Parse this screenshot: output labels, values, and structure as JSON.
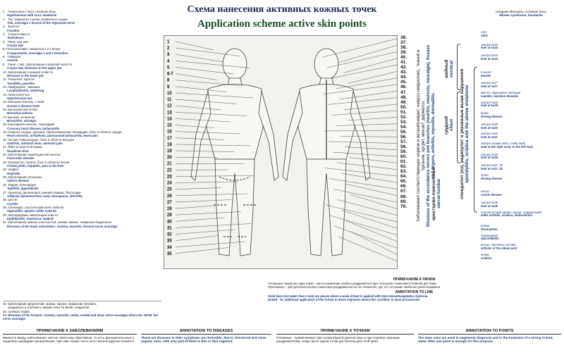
{
  "header": {
    "title_ru": "Схема нанесения активных кожных точек",
    "title_en": "Application scheme active skin points",
    "corner_ru": "синдром Меньера, головная боль",
    "corner_en": "Menier syndrome, headache"
  },
  "diseases": [
    {
      "n": "1.",
      "ru": "Гипертония с №13, головная боль",
      "en": "Hypertension with №13, headache"
    },
    {
      "n": "2.",
      "ru": "Тик, невралгия 1 ветви тройничного нерва",
      "en": "Tick, neuralgia 1 branch of the trigeminal nerve"
    },
    {
      "n": "3.",
      "ru": "Фронтит",
      "en": "Frontitis"
    },
    {
      "n": "4.",
      "ru": "Слезотечивость",
      "en": "Tearfulness"
    },
    {
      "n": "5.",
      "ru": "Ринит при №9",
      "en": "Coryza №9"
    },
    {
      "n": "6-7.",
      "ru": "Конъюнктивит, невралгия 1 и 2 ветви",
      "en": "Conjunctivitis, neuralgia 1 and 2 branches"
    },
    {
      "n": "8.",
      "ru": "Гайморит",
      "en": "Antritis"
    },
    {
      "n": "9.",
      "ru": "Ринит с №5, Заболевания в верхней челюсти",
      "en": "Coryza №5, Diseases in the upper jaw"
    },
    {
      "n": "10.",
      "ru": "Заболевания в нижней челюсти",
      "en": "Diseases in the lower jaw"
    },
    {
      "n": "12.",
      "ru": "Тонзиллит, паротит",
      "en": "Tonsillitis, parotitis"
    },
    {
      "n": "13.",
      "ru": "Лимфаденит, заикание",
      "en": "Lymphadenitis, stuttering"
    },
    {
      "n": "14.",
      "ru": "Гипертония №1",
      "en": "Hypertension №1"
    },
    {
      "n": "15.",
      "ru": "Базедова болезнь, с №39",
      "en": "Graves's disease №39"
    },
    {
      "n": "16.",
      "ru": "Бронхиальная астма",
      "en": "Bronchial asthma"
    },
    {
      "n": "17.",
      "ru": "Бронхит, астралгия",
      "en": "Bronchitis, astralgia"
    },
    {
      "n": "18.",
      "ru": "Коронарная болезнь, тахикардия",
      "en": "Coronary heart disease, tachycardia"
    },
    {
      "n": "19.",
      "ru": "Неврозы сердца, аритмия, пароксизмальная тахикардия, боль в области сердца",
      "en": "Heart neurosis, arrhythmia, paroxysmal tachycardia, heart pain"
    },
    {
      "n": "20.",
      "ru": "Гастрит, язва желудка, боль в области желудка",
      "en": "Gastritis, stomach ulcer, stomach pain"
    },
    {
      "n": "21.",
      "ru": "Язва 12 перстной кишки",
      "en": "Duodenal ulcer"
    },
    {
      "n": "22.",
      "ru": "Заболевания поджелудочной железы",
      "en": "Pancreatic disease"
    },
    {
      "n": "23.",
      "ru": "Холецистит, гепатит, боль в области печени",
      "en": "Cholecystitis, hepatitis, pain in the liver"
    },
    {
      "n": "24.",
      "ru": "Нефрит",
      "en": "Nephritis"
    },
    {
      "n": "25.",
      "ru": "Заболевания селезенки",
      "en": "Spleen disease"
    },
    {
      "n": "26.",
      "ru": "Тифлит, аппендицит",
      "en": "Typhlitis, appendicitis"
    },
    {
      "n": "27.",
      "ru": "Аднексид, дисменорея, ранний климакс, бесплодие",
      "en": "Adeksid, dysmenorrhea, early menopause, infertility"
    },
    {
      "n": "28.",
      "ru": "Цистит",
      "en": "Cystitis"
    },
    {
      "n": "29.",
      "ru": "Сигмоидит, спастический колит №63-64",
      "en": "Sigmoidite, spastic colitis №63-64"
    },
    {
      "n": "30.",
      "ru": "Эпитидидемит, импотенция №56-57",
      "en": "Epididymitis, impotence №56-57"
    },
    {
      "n": "31.",
      "ru": "Заболевания нижних конечностей: экзема, миозит, невралгия бедренного",
      "en": "Diseases of the lower extremities: eczema, myositis, femoral nerve neuralgia"
    }
  ],
  "notes": [
    {
      "n": "32.",
      "ru": "Заболевания предплечий: экзема, миозит, невралгия лучевого,"
    },
    {
      "n": "",
      "ru": "срединного и локтевого нервов точит № 56-59, невралгия"
    },
    {
      "n": "33.",
      "ru": "лучевого нерва"
    },
    {
      "n": "35.",
      "ru": "Diseases of the forearm: eczema, myositis, radial, medial and ulnar nerve neuralgia drives No. 56-59, fail nerve neuralgia"
    }
  ],
  "figure_numbers": [
    "36.",
    "37.",
    "38.",
    "39.",
    "40.",
    "41.",
    "42.",
    "43.",
    "44.",
    "45.",
    "46.",
    "47.",
    "48.",
    "49.",
    "50.",
    "51.",
    "52.",
    "53.",
    "54.",
    "55.",
    "56.",
    "57.",
    "58.",
    "59.",
    "60.",
    "61.",
    "62.",
    "63.",
    "64.",
    "65.",
    "66.",
    "67.",
    "68.",
    "69.",
    "70."
  ],
  "figure_labels_front": [
    "1",
    "2",
    "3",
    "4",
    "5",
    "6-7",
    "8",
    "9",
    "10",
    "11",
    "12",
    "13",
    "14",
    "15",
    "16",
    "17",
    "18",
    "19",
    "20",
    "21",
    "22",
    "23",
    "24",
    "25",
    "26",
    "27",
    "28",
    "29",
    "30",
    "31",
    "32",
    "33",
    "34",
    "35"
  ],
  "vertical": {
    "ru": "Заболевания соответствующих нервов и ветвей(неврит, невроз невралгия), тканей и органов, артрит, миозит, дерматоз.",
    "en": "Diseases of the accordance nerves and branches (neuritis, neurosis, neuralgia), tissues and organs, arthritis, myositis, dermatitis.",
    "ru2": "спондилит (оз), радикулит и указанные выше нарушения",
    "en2": "spondylitis, sciatica and the above violations"
  },
  "zones": {
    "cervical_ru": "шейный",
    "cervical_en": "cervical",
    "chest_ru": "грудной",
    "chest_en": "chest",
    "sacral_ru": "крестцово-поясничный",
    "sacral_en": "sacral-lumbar"
  },
  "right_notes": [
    {
      "ru": "отит",
      "en": "otitis"
    },
    {
      "ru": "смотри №16",
      "en": "look at №16"
    },
    {
      "ru": "смотри №15",
      "en": "look at №15"
    },
    {
      "ru": "плексит",
      "en": "plexitis"
    },
    {
      "ru": "смотри №17",
      "en": "look at №17"
    },
    {
      "ru": "мастит, нарушение лактации",
      "en": "mastitis, lactation disorder"
    },
    {
      "ru": "смотри №18",
      "en": "look at №18"
    },
    {
      "ru": "понос",
      "en": "driving disease"
    },
    {
      "ru": "смотри №20",
      "en": "look at №20"
    },
    {
      "ru": "смотри №21",
      "en": "look at №21"
    },
    {
      "ru": "смотри справа №23, слева №25",
      "en": "look to the right №23, to the left №25"
    },
    {
      "ru": "смотри №18",
      "en": "look at №18"
    },
    {
      "ru": "смотри №27, 30",
      "en": "look at №27, 30"
    },
    {
      "ru": "понос",
      "en": "driving disease"
    },
    {
      "ru": "коксит",
      "en": "coxitis disease"
    },
    {
      "ru": "смотри №28",
      "en": "look at №28"
    },
    {
      "ru": "голеностопный артрит, ишиас, эндоартериит",
      "en": "ankle arthritis, sciatica, endoarteritis"
    },
    {
      "ru": "ревма",
      "en": "rheumatism"
    },
    {
      "ru": "эпикондилит",
      "en": "epicondylitis"
    },
    {
      "ru": "артрит локтевого сустава",
      "en": "arthritis of the elbow joint"
    },
    {
      "ru": "ишиас",
      "en": "sciatica"
    }
  ],
  "line_legend": {
    "head_ru": "ПРИМЕЧАНИЕ К ЛИНИИ",
    "solid_ru": "Сплошные линии (не шире 5 мм) – места нанесения слабого раздражителя при тотальной стоматовегетативной дистонии.",
    "dotted_ru": "Пунктирные – для дополнительного нанесения раздражителя на тех сегментах, где это состояние наиболее резко выражено.",
    "head_en": "ANNOTATION TO LINE",
    "solid_en": "Solid lines (not wider than 5 mm) are places where a weak irritant is applied with total stomatovegetative dystonia.",
    "dotted_en": "Dotted - for additional application of the irritant in those segments where this condition is most pronounced."
  },
  "bottom": [
    {
      "head": "ПРИМЕЧАНИЕ К ЗАБОЛЕВАНИЯМ",
      "text": "Имеются ввиду заболевания, или их симптомы обратимые, то есть функциональные и недалеко зашедшие органические, при чём только часть из 5 том или другом сегменте.",
      "blue": false
    },
    {
      "head": "ANNOTATION TO DISEASES",
      "text": "These are diseases or their symptoms are reversible, that is, functional and close organic ones, with only part of them in this or that segment.",
      "blue": true
    },
    {
      "head": "ПРИМЕЧАНИЕ К ТОЧКАМ",
      "text": "Основные - применяемые при сегментарной диагностике и при терапии сильным раздражителем, когда часто одной точки достаточно для этой цели",
      "blue": false
    },
    {
      "head": "ANNOTATION TO POINTS",
      "text": "The main ones are used in segmental diagnosis and in the treatment of a strong irritant, when often one point is enough for this purpose.",
      "blue": true
    }
  ]
}
